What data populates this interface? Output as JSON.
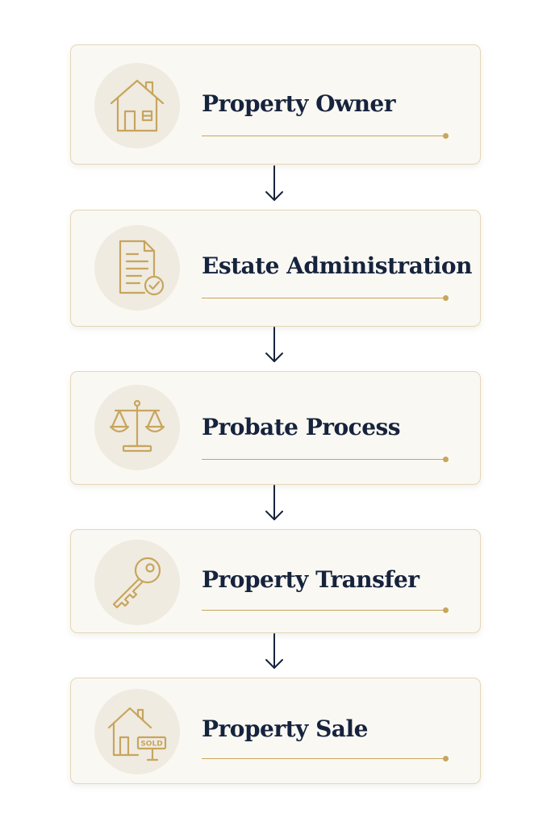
{
  "steps": [
    {
      "title": "Property Owner",
      "icon": "house-icon"
    },
    {
      "title": "Estate Administration",
      "icon": "document-check-icon"
    },
    {
      "title": "Probate Process",
      "icon": "scales-icon"
    },
    {
      "title": "Property Transfer",
      "icon": "key-icon"
    },
    {
      "title": "Property Sale",
      "icon": "house-sold-sign-icon"
    }
  ],
  "sold_sign_text": "SOLD",
  "colors": {
    "gold": "#c8a55d",
    "navy": "#16233d",
    "card_bg": "#faf8f3",
    "card_border": "#e4d7b8",
    "icon_bg": "#efebe1"
  }
}
